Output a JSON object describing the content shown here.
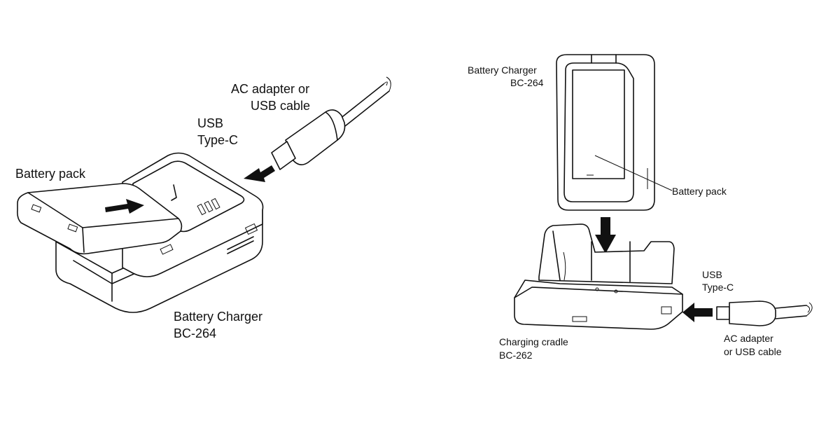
{
  "left_figure": {
    "ac_adapter_label_line1": "AC adapter or",
    "ac_adapter_label_line2": "USB cable",
    "usb_label_line1": "USB",
    "usb_label_line2": "Type-C",
    "battery_pack_label": "Battery pack",
    "charger_label_line1": "Battery Charger",
    "charger_label_line2": "BC-264"
  },
  "right_figure": {
    "charger_label_line1": "Battery Charger",
    "charger_label_line2": "BC-264",
    "battery_pack_label": "Battery pack",
    "usb_label_line1": "USB",
    "usb_label_line2": "Type-C",
    "cradle_label_line1": "Charging cradle",
    "cradle_label_line2": "BC-262",
    "ac_adapter_label_line1": "AC adapter",
    "ac_adapter_label_line2": "or  USB cable"
  }
}
